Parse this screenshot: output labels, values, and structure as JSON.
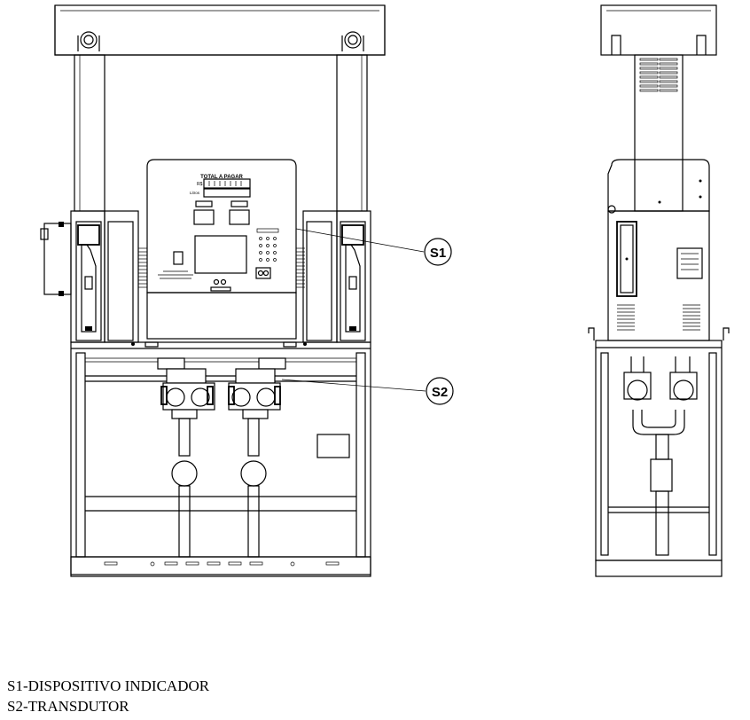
{
  "callouts": {
    "s1": "S1",
    "s2": "S2"
  },
  "display_panel": {
    "title": "TOTAL A PAGAR",
    "currency": "R$",
    "volume_unit": "Litros"
  },
  "legend": [
    "S1-DISPOSITIVO INDICADOR",
    "S2-TRANSDUTOR"
  ]
}
